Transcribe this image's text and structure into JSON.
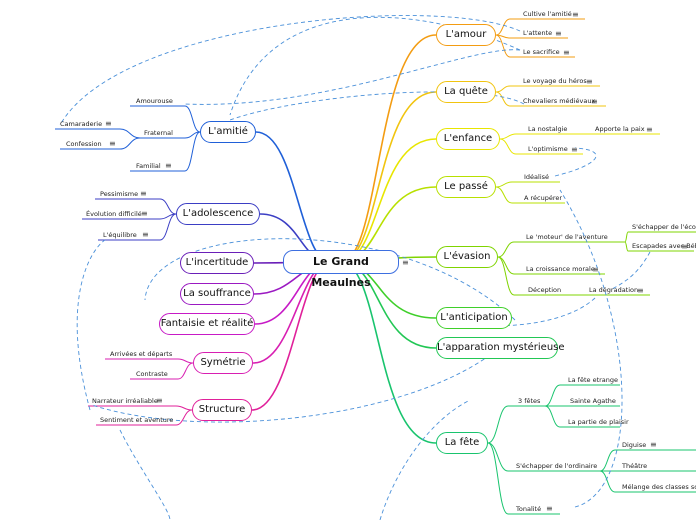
{
  "map": {
    "central": "Le Grand Meaulnes",
    "right": [
      {
        "label": "L'amour",
        "color": "#f39c12",
        "children": [
          "Cultive l'amitié",
          "L'attente",
          "Le sacrifice"
        ]
      },
      {
        "label": "La quête",
        "color": "#f1c40f",
        "children": [
          "Le voyage du héros",
          "Chevaliers médiévaux"
        ]
      },
      {
        "label": "L'enfance",
        "color": "#e8e600",
        "children": [
          "La nostalgie",
          "L'optimisme"
        ],
        "grandchild": "Apporte la paix"
      },
      {
        "label": "Le passé",
        "color": "#b8e000",
        "children": [
          "Idéalisé",
          "A récupérer"
        ]
      },
      {
        "label": "L'évasion",
        "color": "#7fd400",
        "children": [
          "Le 'moteur' de l'aventure",
          "La croissance morale",
          "Déception"
        ],
        "grandchildren_a": [
          "S'échapper de l'école",
          "Escapades avec Bébé"
        ],
        "grandchild_b": "La dégradation"
      },
      {
        "label": "L'anticipation",
        "color": "#3fcf2a",
        "children": []
      },
      {
        "label": "L'apparation mystérieuse",
        "color": "#22c755",
        "children": []
      },
      {
        "label": "La fête",
        "color": "#19c46e",
        "children": [
          "3 fêtes",
          "S'échapper de l'ordinaire",
          "Tonalité"
        ],
        "fetes": [
          "La fête etrange",
          "Sainte Agathe",
          "La partie de plaisir"
        ],
        "ordinaire": [
          "Diguise",
          "Théâtre",
          "Mélange des classes sociales"
        ]
      }
    ],
    "left": [
      {
        "label": "L'amitié",
        "color": "#2060d8",
        "children": [
          "Amourouse",
          "Fraternal",
          "Familial"
        ],
        "fraternal_children": [
          "Camaraderie",
          "Confession"
        ]
      },
      {
        "label": "L'adolescence",
        "color": "#3b3ec4",
        "children": [
          "Pessimisme",
          "Évolution difficilé",
          "L'équilibre"
        ]
      },
      {
        "label": "L'incertitude",
        "color": "#6a1fb8",
        "children": []
      },
      {
        "label": "La souffrance",
        "color": "#9b19c2",
        "children": []
      },
      {
        "label": "Fantaisie et réalité",
        "color": "#c71ac6",
        "children": []
      },
      {
        "label": "Symétrie",
        "color": "#d81fb2",
        "children": [
          "Arrivées et départs",
          "Contraste"
        ]
      },
      {
        "label": "Structure",
        "color": "#e0209a",
        "children": [
          "Narrateur irréaliable",
          "Sentiment et aventure"
        ]
      }
    ],
    "menu_glyph": "≡"
  }
}
